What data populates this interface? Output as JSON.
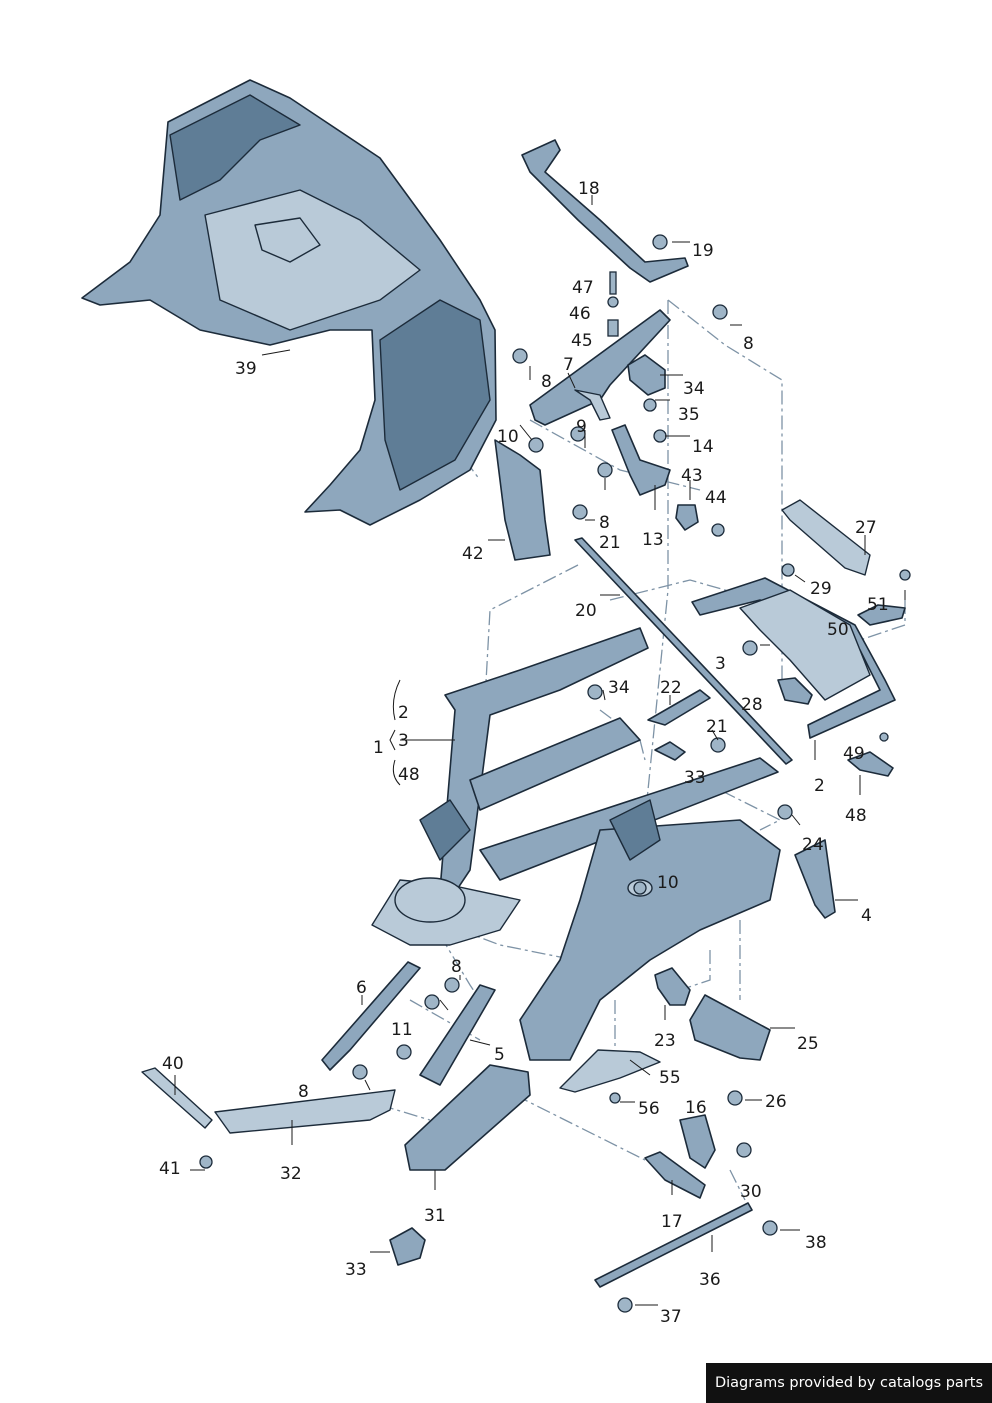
{
  "diagram": {
    "callouts": [
      {
        "id": "c1",
        "text": "1"
      },
      {
        "id": "c2a",
        "text": "2"
      },
      {
        "id": "c3a",
        "text": "3"
      },
      {
        "id": "c48a",
        "text": "48"
      },
      {
        "id": "c2b",
        "text": "2"
      },
      {
        "id": "c3b",
        "text": "3"
      },
      {
        "id": "c4",
        "text": "4"
      },
      {
        "id": "c5",
        "text": "5"
      },
      {
        "id": "c6",
        "text": "6"
      },
      {
        "id": "c7",
        "text": "7"
      },
      {
        "id": "c8a",
        "text": "8"
      },
      {
        "id": "c8b",
        "text": "8"
      },
      {
        "id": "c8c",
        "text": "8"
      },
      {
        "id": "c8d",
        "text": "8"
      },
      {
        "id": "c8e",
        "text": "8"
      },
      {
        "id": "c9",
        "text": "9"
      },
      {
        "id": "c10a",
        "text": "10"
      },
      {
        "id": "c10b",
        "text": "10"
      },
      {
        "id": "c11",
        "text": "11"
      },
      {
        "id": "c13",
        "text": "13"
      },
      {
        "id": "c14",
        "text": "14"
      },
      {
        "id": "c16",
        "text": "16"
      },
      {
        "id": "c17",
        "text": "17"
      },
      {
        "id": "c18",
        "text": "18"
      },
      {
        "id": "c19",
        "text": "19"
      },
      {
        "id": "c20",
        "text": "20"
      },
      {
        "id": "c21a",
        "text": "21"
      },
      {
        "id": "c21b",
        "text": "21"
      },
      {
        "id": "c22",
        "text": "22"
      },
      {
        "id": "c23",
        "text": "23"
      },
      {
        "id": "c24",
        "text": "24"
      },
      {
        "id": "c25",
        "text": "25"
      },
      {
        "id": "c26",
        "text": "26"
      },
      {
        "id": "c27",
        "text": "27"
      },
      {
        "id": "c28",
        "text": "28"
      },
      {
        "id": "c29",
        "text": "29"
      },
      {
        "id": "c30",
        "text": "30"
      },
      {
        "id": "c31",
        "text": "31"
      },
      {
        "id": "c32",
        "text": "32"
      },
      {
        "id": "c33a",
        "text": "33"
      },
      {
        "id": "c33b",
        "text": "33"
      },
      {
        "id": "c34a",
        "text": "34"
      },
      {
        "id": "c34b",
        "text": "34"
      },
      {
        "id": "c35",
        "text": "35"
      },
      {
        "id": "c36",
        "text": "36"
      },
      {
        "id": "c37",
        "text": "37"
      },
      {
        "id": "c38",
        "text": "38"
      },
      {
        "id": "c39",
        "text": "39"
      },
      {
        "id": "c40",
        "text": "40"
      },
      {
        "id": "c41",
        "text": "41"
      },
      {
        "id": "c42",
        "text": "42"
      },
      {
        "id": "c43",
        "text": "43"
      },
      {
        "id": "c44",
        "text": "44"
      },
      {
        "id": "c45",
        "text": "45"
      },
      {
        "id": "c46",
        "text": "46"
      },
      {
        "id": "c47",
        "text": "47"
      },
      {
        "id": "c48b",
        "text": "48"
      },
      {
        "id": "c49",
        "text": "49"
      },
      {
        "id": "c50",
        "text": "50"
      },
      {
        "id": "c51",
        "text": "51"
      },
      {
        "id": "c55",
        "text": "55"
      },
      {
        "id": "c56",
        "text": "56"
      }
    ],
    "colors": {
      "part_fill": "#8ea7bd",
      "part_light": "#b9cad8",
      "part_dark": "#5f7d96",
      "outline": "#1c2b3a",
      "assembly_line": "#7e93a6"
    }
  },
  "footer": {
    "credit": "Diagrams provided by catalogs parts"
  }
}
